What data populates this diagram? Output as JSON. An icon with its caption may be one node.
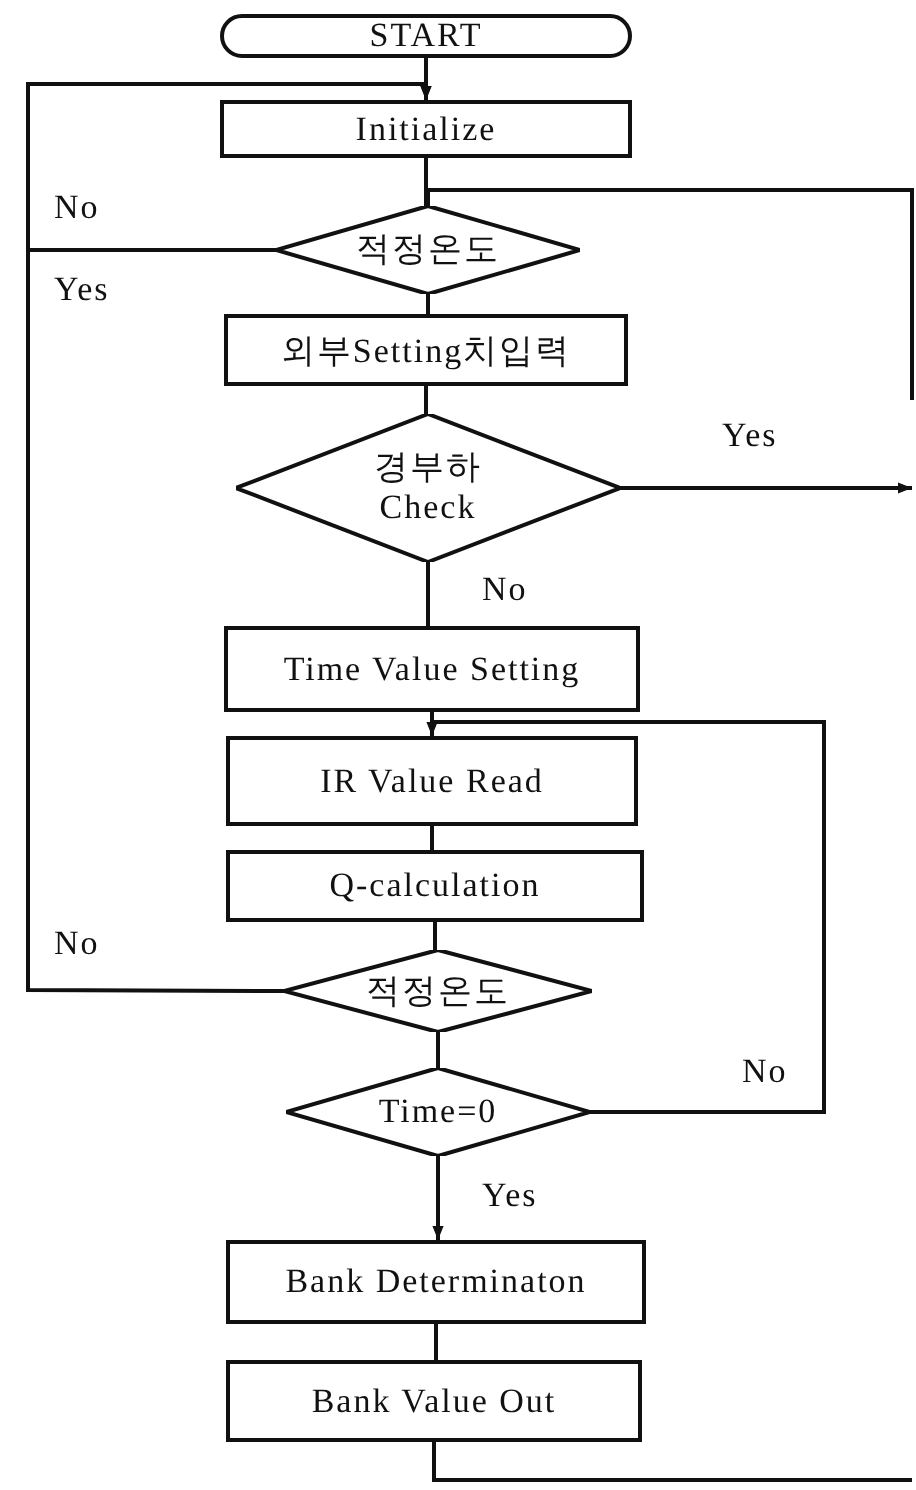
{
  "diagram": {
    "nodes": [
      {
        "text": [
          "START"
        ]
      },
      {
        "text": [
          "Initialize"
        ]
      },
      {
        "text": [
          "적정온도"
        ]
      },
      {
        "text": [
          "외부Setting치입력"
        ]
      },
      {
        "text": [
          "경부하 Check"
        ]
      },
      {
        "text": [
          "Time Value Setting"
        ]
      },
      {
        "text": [
          "IR Value Read"
        ]
      },
      {
        "text": [
          "Q-calculation"
        ]
      },
      {
        "text": [
          "적정온도"
        ]
      },
      {
        "text": [
          "Time=0"
        ]
      },
      {
        "text": [
          "Bank Determinaton"
        ]
      },
      {
        "text": [
          "Bank Value Out"
        ]
      }
    ],
    "edges": [
      {
        "from": 0,
        "to": 1,
        "arrow": "none"
      },
      {
        "from": 1,
        "to": 2,
        "arrow": "none"
      },
      {
        "from": 2,
        "to": 1,
        "arrow": "to",
        "label": "No"
      },
      {
        "from": 2,
        "to": 3,
        "arrow": "none"
      },
      {
        "from": 3,
        "to": 4,
        "arrow": "none"
      },
      {
        "from": 4,
        "to": null,
        "arrow": "to",
        "label": "Yes"
      },
      {
        "from": 4,
        "to": 5,
        "arrow": "none",
        "label": "No"
      },
      {
        "from": 5,
        "to": 6,
        "arrow": "none"
      },
      {
        "from": 6,
        "to": 7,
        "arrow": "none"
      },
      {
        "from": 7,
        "to": 8,
        "arrow": "none"
      },
      {
        "from": 8,
        "to": 1,
        "arrow": "to",
        "label": "No"
      },
      {
        "from": 8,
        "to": 9,
        "arrow": "none"
      },
      {
        "from": 9,
        "to": 6,
        "arrow": "to",
        "label": "No"
      },
      {
        "from": 9,
        "to": 10,
        "arrow": "to",
        "label": "Yes"
      },
      {
        "from": 10,
        "to": 11,
        "arrow": "none"
      },
      {
        "from": 11,
        "to": null,
        "arrow": "none"
      },
      {
        "from": null,
        "to": 2,
        "arrow": "none"
      }
    ],
    "labels": [
      "Yes"
    ]
  }
}
